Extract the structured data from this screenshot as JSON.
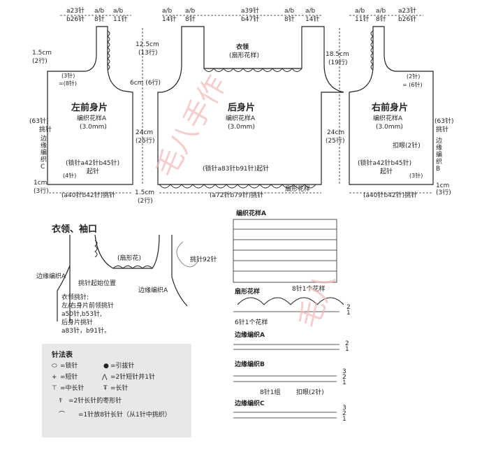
{
  "left_front": {
    "title": "左前身片",
    "pattern": "编织花样A",
    "hook": "(3.0mm)",
    "top_a": "a23针",
    "top_b": "b26针",
    "top_ab1": "a/b",
    "top_ab1n": "8针",
    "top_ab2": "a/b",
    "top_ab2n": "11针",
    "side_1": "1.5cm",
    "side_1r": "(2行)",
    "m3": "(3针)",
    "m8": "=(8针)",
    "side_63": "(63针)",
    "side_63b": "挑针",
    "edge": "边缘编织C",
    "chain": "(锁针a42针b45针)",
    "start": "起针",
    "m4": "(4针)",
    "side_2": "1cm",
    "side_2r": "(3行)",
    "bottom": "(a40针b42针)挑针"
  },
  "back": {
    "title": "后身片",
    "pattern": "编织花样A",
    "hook": "(3.0mm)",
    "collar": "衣领",
    "collar2": "(扇形花样)",
    "top_ab1": "a/b",
    "top_ab1n": "14针",
    "top_ab2": "a/b",
    "top_ab2n": "8针",
    "top_a": "a39针",
    "top_b": "b47针",
    "top_ab3": "a/b",
    "top_ab3n": "8针",
    "top_ab4": "a/b",
    "top_ab4n": "14针",
    "h_125": "12.5cm",
    "h_125r": "(13行)",
    "h_6": "6cm (6行)",
    "h_24": "24cm",
    "h_24r": "(25行)",
    "h_15": "1.5cm",
    "h_15r": "(2行)",
    "chain": "(锁针a83针b91针)起针",
    "bottom": "(a72针b79针)挑针",
    "fan": "扇形花样",
    "h_185": "18.5cm",
    "h_185r": "(19行)",
    "h_24b": "24cm",
    "h_24br": "(25行)"
  },
  "right_front": {
    "title": "右前身片",
    "pattern": "编织花样A",
    "hook": "(3.0mm)",
    "top_ab1": "a/b",
    "top_ab1n": "11针",
    "top_ab2": "a/b",
    "top_ab2n": "8针",
    "top_a": "a23针",
    "top_b": "b26针",
    "m2": "(2针)",
    "m6": "= (6针)",
    "side_63": "(63针)",
    "side_63b": "挑针",
    "buttonhole": "扣眼(2针)",
    "edge": "边缘编织B",
    "chain": "(锁针a42针b45针)",
    "start": "起针",
    "m3": "(3针)",
    "side_1": "1cm",
    "side_1r": "(3行)",
    "bottom": "(a40针b42针)挑针"
  },
  "collar_section": {
    "title": "衣领、袖口",
    "fan": "(扇形花)",
    "pick": "挑针92针",
    "edge_a1": "边缘编织A",
    "edge_a2": "边缘编织A",
    "start_pos": "挑针起始位置",
    "note1": "衣领挑针:",
    "note2": "左/右身片前领挑针",
    "note3": "a50针,b53针,",
    "note4": "后身片挑针",
    "note5": "a83针，b91针。"
  },
  "charts": {
    "pattern_a": "编织花样A",
    "pattern_a_note": "8针1个花样",
    "fan": "扇形花样",
    "fan_note": "6针1个花样",
    "edge_a": "边缘编织A",
    "edge_b": "边缘编织B",
    "edge_b_note1": "8针1组",
    "edge_b_note2": "扣眼(2针)",
    "edge_c": "边缘编织C",
    "row1": "1",
    "row2": "2",
    "row3": "3"
  },
  "legend": {
    "title": "针法表",
    "chain": "=锁针",
    "slip": "=引拔针",
    "sc": "=短针",
    "sc2tog": "=2针短针并1针",
    "hdc": "=中长针",
    "dc": "=长针",
    "bobble": "=2针长针的枣形针",
    "fan8": "=1针放8针长针（从1针中挑织）"
  },
  "watermark": {
    "w1": "毛八手作",
    "w2": "毛八"
  }
}
